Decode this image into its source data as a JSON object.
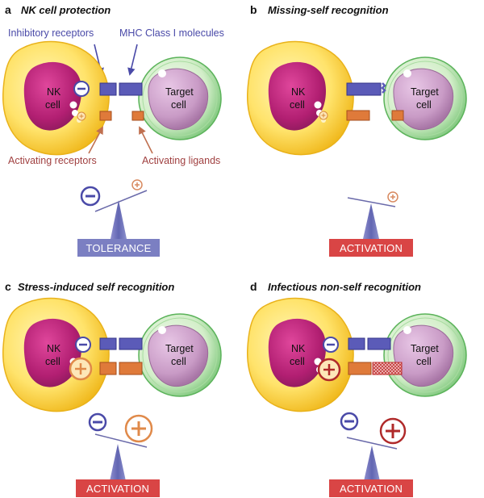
{
  "panels": [
    {
      "letter": "a",
      "title": "NK cell protection",
      "outcome": "TOLERANCE"
    },
    {
      "letter": "b",
      "title": "Missing-self recognition",
      "outcome": "ACTIVATION"
    },
    {
      "letter": "c",
      "title": "Stress-induced self recognition",
      "outcome": "ACTIVATION"
    },
    {
      "letter": "d",
      "title": "Infectious non-self recognition",
      "outcome": "ACTIVATION"
    }
  ],
  "labels": {
    "inhibitory_receptors": "Inhibitory receptors",
    "mhc_class_i": "MHC Class I molecules",
    "activating_receptors": "Activating receptors",
    "activating_ligands": "Activating ligands"
  },
  "cells": {
    "nk_line1": "NK",
    "nk_line2": "cell",
    "target_line1": "Target",
    "target_line2": "cell"
  },
  "colors": {
    "tolerance_box": "#7b7fc2",
    "activation_box": "#d94545",
    "inhibitory": "#4a4aa8",
    "activating": "#d86a2e",
    "infectious": "#b02a2a"
  }
}
